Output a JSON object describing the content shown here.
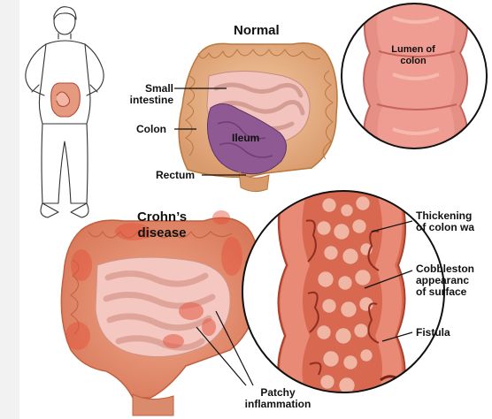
{
  "labels": {
    "normal": "Normal",
    "crohns_line1": "Crohn’s",
    "crohns_line2": "disease",
    "small_intestine_line1": "Small",
    "small_intestine_line2": "intestine",
    "colon": "Colon",
    "ileum": "Ileum",
    "rectum": "Rectum",
    "lumen_line1": "Lumen of",
    "lumen_line2": "colon",
    "thickening_line1": "Thickening",
    "thickening_line2": "of colon wa",
    "cobblestone_line1": "Cobbleston",
    "cobblestone_line2": "appearanc",
    "cobblestone_line3": "of surface",
    "fistula": "Fistula",
    "patchy_line1": "Patchy",
    "patchy_line2": "inflammation"
  },
  "colors": {
    "background": "#f2f2f2",
    "panel": "#ffffff",
    "colon": "#d99a6c",
    "ileum": "#8f5a94",
    "inflammation": "#e5503a",
    "mucosa": "#e58f85"
  }
}
